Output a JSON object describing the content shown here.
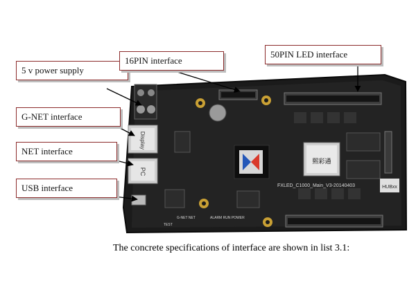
{
  "callouts": {
    "power": "5 v power supply",
    "pin16": "16PIN  interface",
    "pin50": "50PIN LED interface",
    "gnet": "G-NET interface",
    "net": "NET interface",
    "usb": "USB interface"
  },
  "board": {
    "port_display": "Display",
    "port_pc": "PC",
    "model": "FXLED_C1000_Main_V3-20140403",
    "chip_mark": "熙彩通",
    "hub_label": "HUBxx",
    "leds": {
      "test": "TEST",
      "gnet_net": "G-NET  NET",
      "alarm_run_power": "ALARM  RUN  POWER"
    }
  },
  "caption": "The concrete specifications of interface are shown in list 3.1:",
  "colors": {
    "pcb": "#1a1a1a",
    "callout_border": "#8b2a2a",
    "pointer": "#000000"
  }
}
